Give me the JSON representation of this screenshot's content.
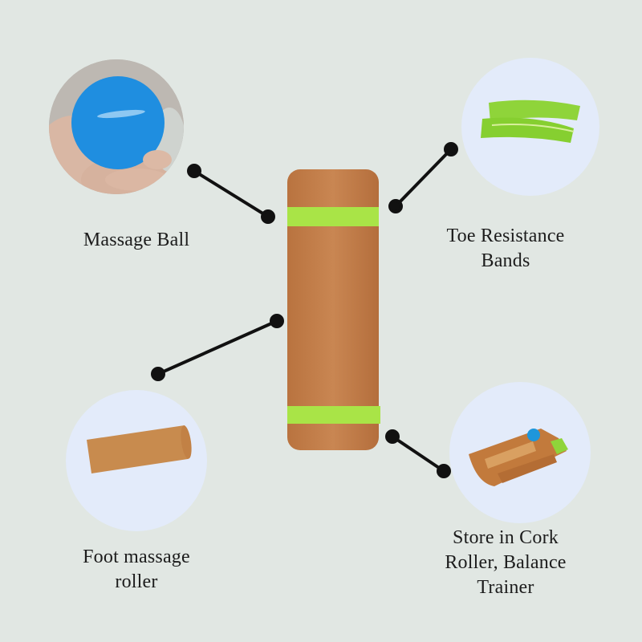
{
  "colors": {
    "background": "#e1e7e3",
    "circle_fill": "#e3ebfa",
    "cork": "#c27e4a",
    "band_green": "#a6e34a",
    "ball_blue": "#1f8ee0",
    "connector": "#111111"
  },
  "features": [
    {
      "id": "massage-ball",
      "label": "Massage Ball",
      "icon": "massage-ball-photo"
    },
    {
      "id": "toe-bands",
      "label_lines": [
        "Toe Resistance",
        "Bands"
      ],
      "icon": "toe-resistance-bands-photo"
    },
    {
      "id": "foot-roller",
      "label_lines": [
        "Foot massage",
        "roller"
      ],
      "icon": "foot-massage-roller-photo"
    },
    {
      "id": "store",
      "label_lines": [
        "Store in Cork",
        "Roller, Balance",
        "Trainer"
      ],
      "icon": "cork-balance-trainer-photo"
    }
  ],
  "center_product": {
    "icon": "cork-foam-roller-photo"
  }
}
